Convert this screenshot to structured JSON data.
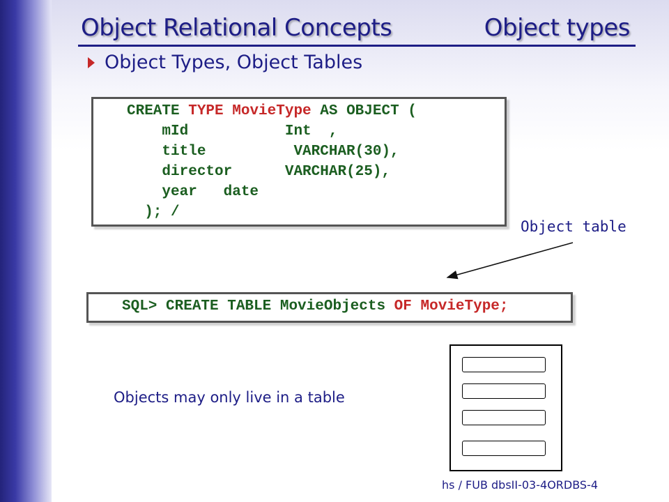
{
  "slide": {
    "title_left": "Object Relational Concepts",
    "title_right": "Object types",
    "bullet": "Object Types, Object Tables",
    "create_type_code": {
      "line1": {
        "a": "CREATE ",
        "b": "TYPE ",
        "c": "MovieType ",
        "d": "AS OBJECT ("
      },
      "line2": "    mId           Int  ,",
      "line3": "    title          VARCHAR(30),",
      "line4": "    director      VARCHAR(25),",
      "line5": "    year   date",
      "line6": "  ); /"
    },
    "create_table_code": {
      "a": "SQL> CREATE TABLE MovieObjects ",
      "b": "OF ",
      "c": "MovieType;"
    },
    "object_table_label": "Object table",
    "objects_note": "Objects may only live in a table",
    "footer": "hs / FUB dbsII-03-4ORDBS-4",
    "colors": {
      "title": "#1d1d86",
      "keyword_red": "#c62828",
      "code_green": "#1b5e20"
    },
    "icons": {
      "bullet": "red-triangle-bullet-icon"
    }
  }
}
